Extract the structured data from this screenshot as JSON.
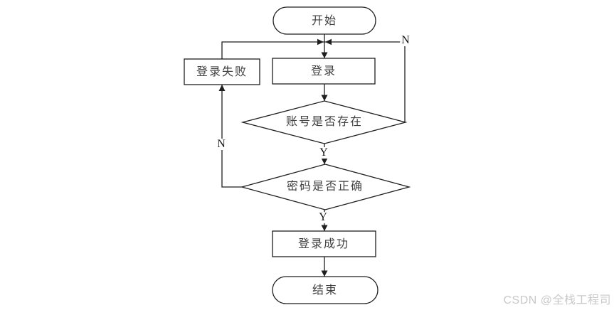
{
  "diagram_type": "flowchart",
  "nodes": {
    "start": {
      "shape": "terminator",
      "label": "开始"
    },
    "login_failed": {
      "shape": "process",
      "label": "登录失败"
    },
    "login": {
      "shape": "process",
      "label": "登录"
    },
    "account_exists": {
      "shape": "decision",
      "label": "账号是否存在"
    },
    "password_correct": {
      "shape": "decision",
      "label": "密码是否正确"
    },
    "login_success": {
      "shape": "process",
      "label": "登录成功"
    },
    "end": {
      "shape": "terminator",
      "label": "结束"
    }
  },
  "edges": [
    {
      "from": "start",
      "to": "login",
      "label": ""
    },
    {
      "from": "login",
      "to": "account_exists",
      "label": ""
    },
    {
      "from": "account_exists",
      "to": "password_correct",
      "label": "Y"
    },
    {
      "from": "account_exists",
      "to": "login",
      "label": "N"
    },
    {
      "from": "password_correct",
      "to": "login_success",
      "label": "Y"
    },
    {
      "from": "password_correct",
      "to": "login_failed",
      "label": "N"
    },
    {
      "from": "login_failed",
      "to": "login",
      "label": ""
    },
    {
      "from": "login_success",
      "to": "end",
      "label": ""
    }
  ],
  "watermark": {
    "text": "CSDN @全栈工程司",
    "color": "#c9c9c9"
  },
  "colors": {
    "background": "#ffffff",
    "line": "#1f1f1f",
    "node_fill": "#ffffff",
    "node_text": "#3f3f3f",
    "edge_label_text": "#161616"
  }
}
